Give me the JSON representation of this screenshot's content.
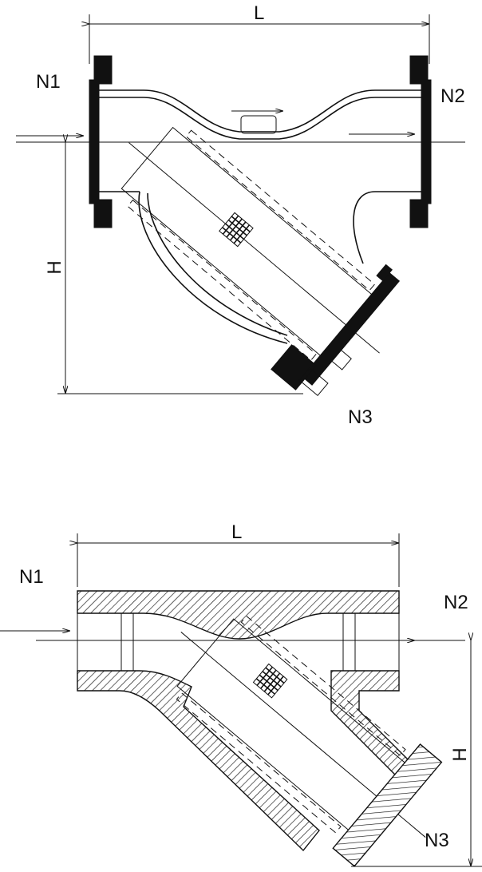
{
  "top_drawing": {
    "length_label": "L",
    "inlet_label": "N1",
    "outlet_label": "N2",
    "height_label": "H",
    "drain_label": "N3"
  },
  "bottom_drawing": {
    "length_label": "L",
    "inlet_label": "N1",
    "outlet_label": "N2",
    "height_label": "H",
    "drain_label": "N3"
  },
  "colors": {
    "line": "#111111",
    "background": "#ffffff"
  }
}
